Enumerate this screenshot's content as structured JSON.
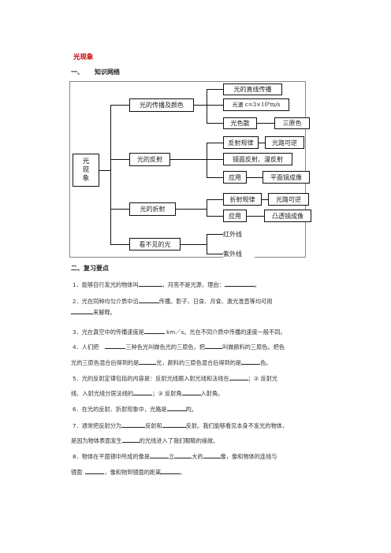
{
  "title": "光现象",
  "section1": {
    "num": "一、",
    "label": "知识网络"
  },
  "map": {
    "root": "光现象",
    "b1": {
      "label": "光的传播及颜色",
      "c1": "光的直线传播",
      "c2": "光速 c=3×10⁸m/s",
      "c3": "光色散",
      "c3x": "三原色"
    },
    "b2": {
      "label": "光的反射",
      "c1": "反射规律",
      "c1x": "光路可逆",
      "c2": "镜面反射、漫反射",
      "c3": "应用",
      "c3x": "平面镜成像"
    },
    "b3": {
      "label": "光的折射",
      "c1": "折射规律",
      "c1x": "光路可逆",
      "c2": "应用",
      "c2x": "凸透镜成像"
    },
    "b4": {
      "label": "看不见的光",
      "c1": "红外线",
      "c2": "紫外线"
    }
  },
  "section2": {
    "num": "二、",
    "label": "复习要点"
  },
  "questions": {
    "q1a": "1．能够自行发光的物体叫",
    "q1b": "，月亮不是光源，理由：",
    "q1c": "。",
    "q2a": "2．光在同种均匀介质中沿",
    "q2b": "传播。影子、日食、月食、激光准直等均可用",
    "q2c": "来解释。",
    "q3a": "3．光在真空中的传播速度是",
    "q3b": " km／s。光在不同介质中传播的速度一般不同。",
    "q4a": "4．人们把",
    "q4b": "三种色光叫做色光的三原色，把",
    "q4c": "叫做颜料的三原色。把色",
    "q4d": "光的三原色混合后得到的是",
    "q4e": "光，颜料的三原色混合后得到的是",
    "q4f": "色。",
    "q5a": "5．光的反射定律包括的内容是：反射光线跟入射光线和法线在",
    "q5b": "；②  反射光",
    "q5c": "线、入射光线分居法线的",
    "q5d": "；③  反射角",
    "q5e": "入射角。",
    "q6a": "6．在光的反射、折射现象中，光路是",
    "q6b": "的。",
    "q7a": "7．通常把反射分为",
    "q7b": "反射和",
    "q7c": "反射。我们能够看见本身不发光的物体，",
    "q7d": "是因为物体表面发生",
    "q7e": "的光线进入了我们眼睛的缘故。",
    "q8a": "8．物体在平面镜中所成的像是",
    "q8b": "立",
    "q8c": "大的",
    "q8d": "像，像和物体的连线与",
    "q8e": "镜面",
    "q8f": "，像和物到镜面的距离",
    "q8g": "。"
  }
}
